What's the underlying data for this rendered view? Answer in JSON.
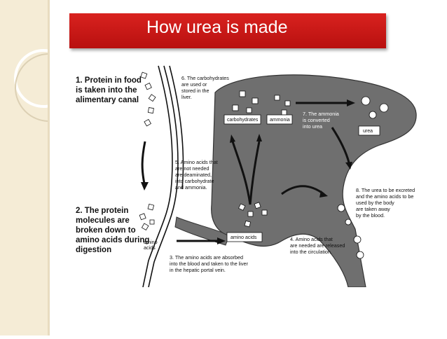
{
  "slide": {
    "title": "How urea is made"
  },
  "diagram": {
    "step1": [
      "1. Protein in food",
      "is taken into the",
      "alimentary canal"
    ],
    "step2": [
      "2. The protein",
      "molecules are",
      "broken down to",
      "amino acids during",
      "digestion"
    ],
    "amino_small": [
      "amino",
      "acids"
    ],
    "step3": [
      "3. The amino acids are absorbed",
      "into the blood and taken to the liver",
      "in the hepatic portal vein."
    ],
    "step4": [
      "4. Amino acids that",
      "are needed are released",
      "into the circulation."
    ],
    "step5": [
      "5. Amino acids that",
      "are not needed",
      "are deaminated,",
      "into carbohydrate",
      "and ammonia."
    ],
    "step6": [
      "6. The carbohydrates",
      "are used or",
      "stored in the",
      "liver."
    ],
    "step7": [
      "7. The ammonia",
      "is converted",
      "into urea"
    ],
    "step8": [
      "8. The urea to be excreted",
      "and the amino acids to be",
      "used by the body",
      "are taken away",
      "by the blood."
    ],
    "box_carbohydrates": "carbohydrates",
    "box_ammonia": "ammonia",
    "box_urea": "urea",
    "box_amino_acids": "amino acids"
  }
}
